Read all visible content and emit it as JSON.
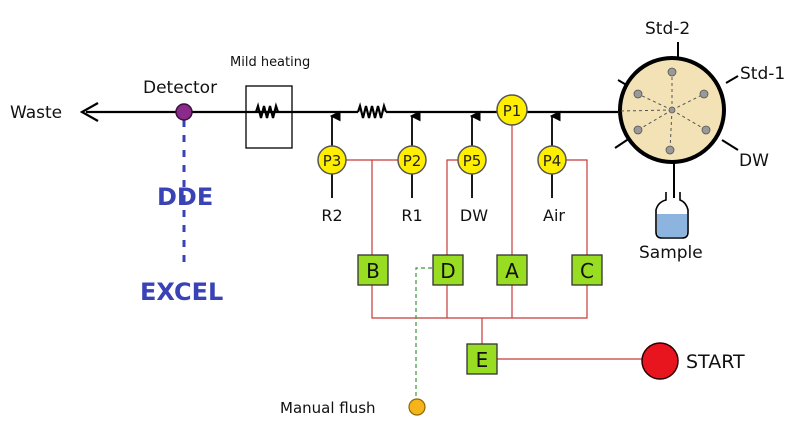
{
  "labels": {
    "waste": "Waste",
    "detector": "Detector",
    "mild_heating": "Mild heating",
    "dde": "DDE",
    "excel": "EXCEL",
    "sample": "Sample",
    "start": "START",
    "manual_flush": "Manual flush",
    "std1": "Std-1",
    "std2": "Std-2",
    "dw_valve": "DW"
  },
  "pumps": {
    "p1": "P1",
    "p2": "P2",
    "p3": "P3",
    "p4": "P4",
    "p5": "P5"
  },
  "reagents": {
    "r2": "R2",
    "r1": "R1",
    "dw": "DW",
    "air": "Air"
  },
  "controllers": {
    "a": "A",
    "b": "B",
    "c": "C",
    "d": "D",
    "e": "E"
  },
  "colors": {
    "pump_fill": "#ffee00",
    "controller_fill": "#99dd22",
    "wire_red": "#c83a3a",
    "dashed_blue": "#3a43b5",
    "dashed_green": "#3a9a3a",
    "detector_fill": "#8a2a8a",
    "valve_fill": "#f2e2b5",
    "start_fill": "#e8141e",
    "flush_fill": "#f4b41a",
    "sample_liquid": "#8db4de"
  }
}
